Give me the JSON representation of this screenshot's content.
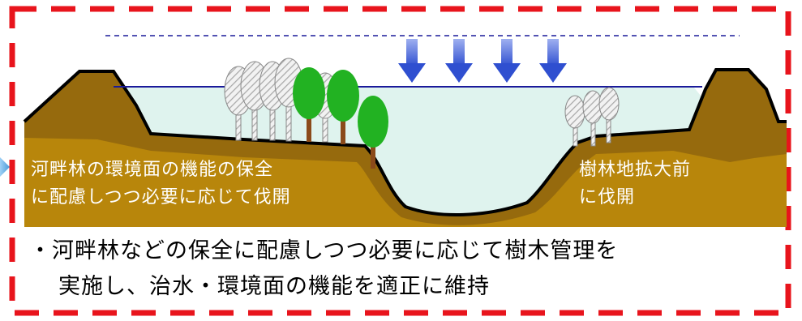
{
  "colors": {
    "frame": "#e8141c",
    "soil": "#b8860b",
    "soil_dark": "#7a5410",
    "water": "#dff3ee",
    "waterline": "#1a1a9a",
    "arrow": "#4a63d8",
    "tree_green": "#22b222",
    "tree_gray": "#d9d9d9",
    "side_arrow": "#6fb0e0"
  },
  "labels": {
    "left_line1": "河畔林の環境面の機能の保全",
    "left_line2": "に配慮しつつ必要に応じて伐開",
    "right_line1": "樹林地拡大前",
    "right_line2": "に伐開"
  },
  "bullet": {
    "line1": "・河畔林などの保全に配慮しつつ必要に応じて樹木管理を",
    "line2": "実施し、治水・環境面の機能を適正に維持"
  }
}
